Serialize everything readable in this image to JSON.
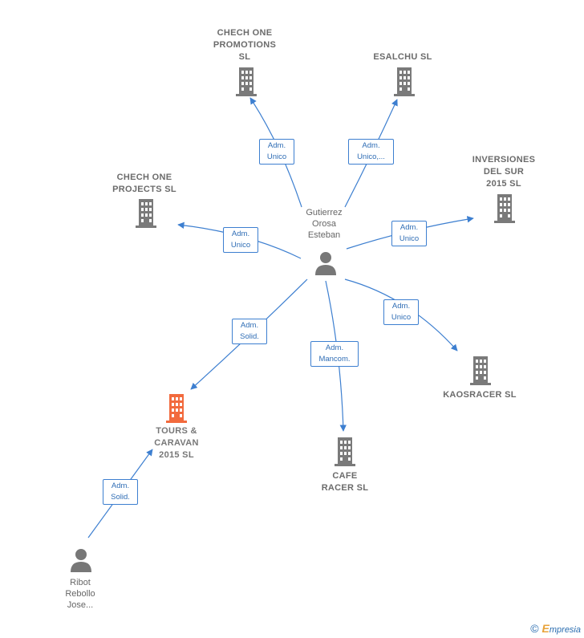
{
  "companies": [
    {
      "id": "chech-promotions",
      "name": "CHECH ONE\nPROMOTIONS\nSL",
      "color": "#7a7a7a"
    },
    {
      "id": "esalchu",
      "name": "ESALCHU SL",
      "color": "#7a7a7a"
    },
    {
      "id": "inversiones",
      "name": "INVERSIONES\nDEL SUR\n2015  SL",
      "color": "#7a7a7a"
    },
    {
      "id": "chech-projects",
      "name": "CHECH ONE\nPROJECTS  SL",
      "color": "#7a7a7a"
    },
    {
      "id": "kaosracer",
      "name": "KAOSRACER SL",
      "color": "#7a7a7a"
    },
    {
      "id": "cafe-racer",
      "name": "CAFE\nRACER SL",
      "color": "#7a7a7a"
    },
    {
      "id": "tours",
      "name": "TOURS &\nCARAVAN\n2015  SL",
      "color": "#f26a3d"
    }
  ],
  "persons": [
    {
      "id": "gutierrez",
      "name": "Gutierrez\nOrosa\nEsteban"
    },
    {
      "id": "ribot",
      "name": "Ribot\nRebollo\nJose..."
    }
  ],
  "relations": [
    {
      "from": "gutierrez",
      "to": "chech-promotions",
      "label": "Adm.\nUnico"
    },
    {
      "from": "gutierrez",
      "to": "esalchu",
      "label": "Adm.\nUnico,..."
    },
    {
      "from": "gutierrez",
      "to": "inversiones",
      "label": "Adm.\nUnico"
    },
    {
      "from": "gutierrez",
      "to": "chech-projects",
      "label": "Adm.\nUnico"
    },
    {
      "from": "gutierrez",
      "to": "kaosracer",
      "label": "Adm.\nUnico"
    },
    {
      "from": "gutierrez",
      "to": "cafe-racer",
      "label": "Adm.\nMancom."
    },
    {
      "from": "gutierrez",
      "to": "tours",
      "label": "Adm.\nSolid."
    },
    {
      "from": "ribot",
      "to": "tours",
      "label": "Adm.\nSolid."
    }
  ],
  "footer": {
    "copyright": "©",
    "brand_initial": "E",
    "brand_rest": "mpresia"
  },
  "colors": {
    "edge": "#3d7fd0",
    "building": "#7a7a7a",
    "focus": "#f26a3d",
    "person": "#777777"
  }
}
